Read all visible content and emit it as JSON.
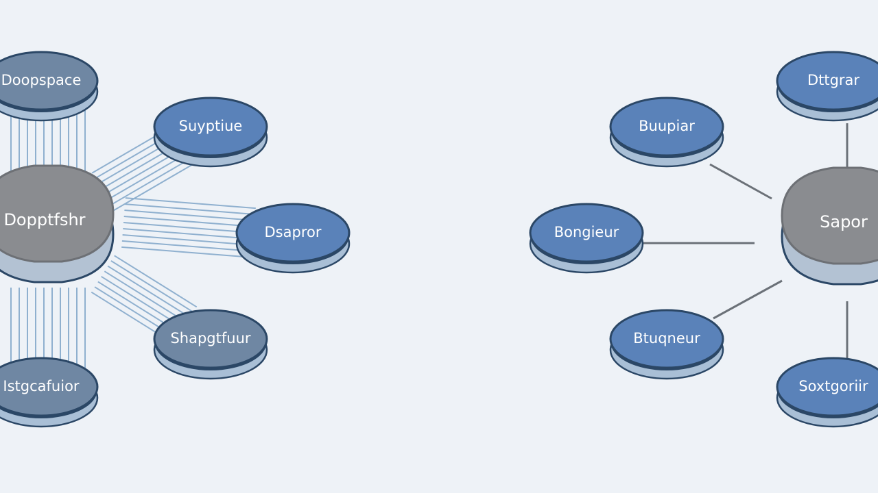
{
  "colors": {
    "background": "#eef2f7",
    "node_blue": "#5a82b9",
    "node_slate": "#6f87a3",
    "node_outline": "#2b4766",
    "node_base": "#a9bfd6",
    "hub_top": "#8a8c90",
    "hub_base": "#b3c2d3",
    "left_connector": "#8fb0cf",
    "right_connector": "#6b7178"
  },
  "left_cluster": {
    "hub": {
      "label": "Dopptfshr"
    },
    "nodes": [
      {
        "label": "Doopspace",
        "style": "slate"
      },
      {
        "label": "Suyptiue",
        "style": "blue"
      },
      {
        "label": "Dsapror",
        "style": "blue"
      },
      {
        "label": "Shapgtfuur",
        "style": "slate"
      },
      {
        "label": "Istgcafuior",
        "style": "slate"
      }
    ]
  },
  "right_cluster": {
    "hub": {
      "label": "Sapor"
    },
    "nodes": [
      {
        "label": "Dttgrar",
        "style": "blue"
      },
      {
        "label": "Buupiar",
        "style": "blue"
      },
      {
        "label": "Bongieur",
        "style": "blue"
      },
      {
        "label": "Btuqneur",
        "style": "blue"
      },
      {
        "label": "Soxtgoriir",
        "style": "blue"
      }
    ]
  }
}
